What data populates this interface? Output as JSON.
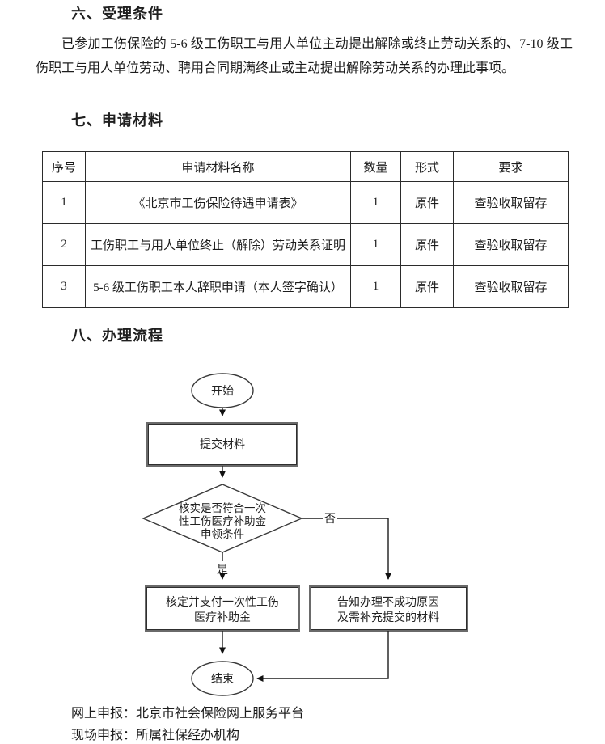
{
  "colors": {
    "ink": "#1a1a1a",
    "line": "#1d1d1d",
    "background": "#ffffff"
  },
  "sections": {
    "six": {
      "heading": "六、受理条件",
      "body": "已参加工伤保险的 5-6 级工伤职工与用人单位主动提出解除或终止劳动关系的、7-10 级工伤职工与用人单位劳动、聘用合同期满终止或主动提出解除劳动关系的办理此事项。"
    },
    "seven": {
      "heading": "七、申请材料"
    },
    "eight": {
      "heading": "八、办理流程"
    }
  },
  "materials_table": {
    "headers": [
      "序号",
      "申请材料名称",
      "数量",
      "形式",
      "要求"
    ],
    "rows": [
      [
        "1",
        "《北京市工伤保险待遇申请表》",
        "1",
        "原件",
        "查验收取留存"
      ],
      [
        "2",
        "工伤职工与用人单位终止（解除）劳动关系证明",
        "1",
        "原件",
        "查验收取留存"
      ],
      [
        "3",
        "5-6 级工伤职工本人辞职申请（本人签字确认）",
        "1",
        "原件",
        "查验收取留存"
      ]
    ]
  },
  "flowchart": {
    "start_label": "开始",
    "submit_label": "提交材料",
    "decision_lines": [
      "核实是否符合一次",
      "性工伤医疗补助金",
      "申领条件"
    ],
    "no_label": "否",
    "yes_label": "是",
    "approve_lines": [
      "核定并支付一次性工伤",
      "医疗补助金"
    ],
    "inform_lines": [
      "告知办理不成功原因",
      "及需补充提交的材料"
    ],
    "end_label": "结束"
  },
  "footer": {
    "online_line": "网上申报：北京市社会保险网上服务平台",
    "onsite_line": "现场申报：所属社保经办机构"
  }
}
